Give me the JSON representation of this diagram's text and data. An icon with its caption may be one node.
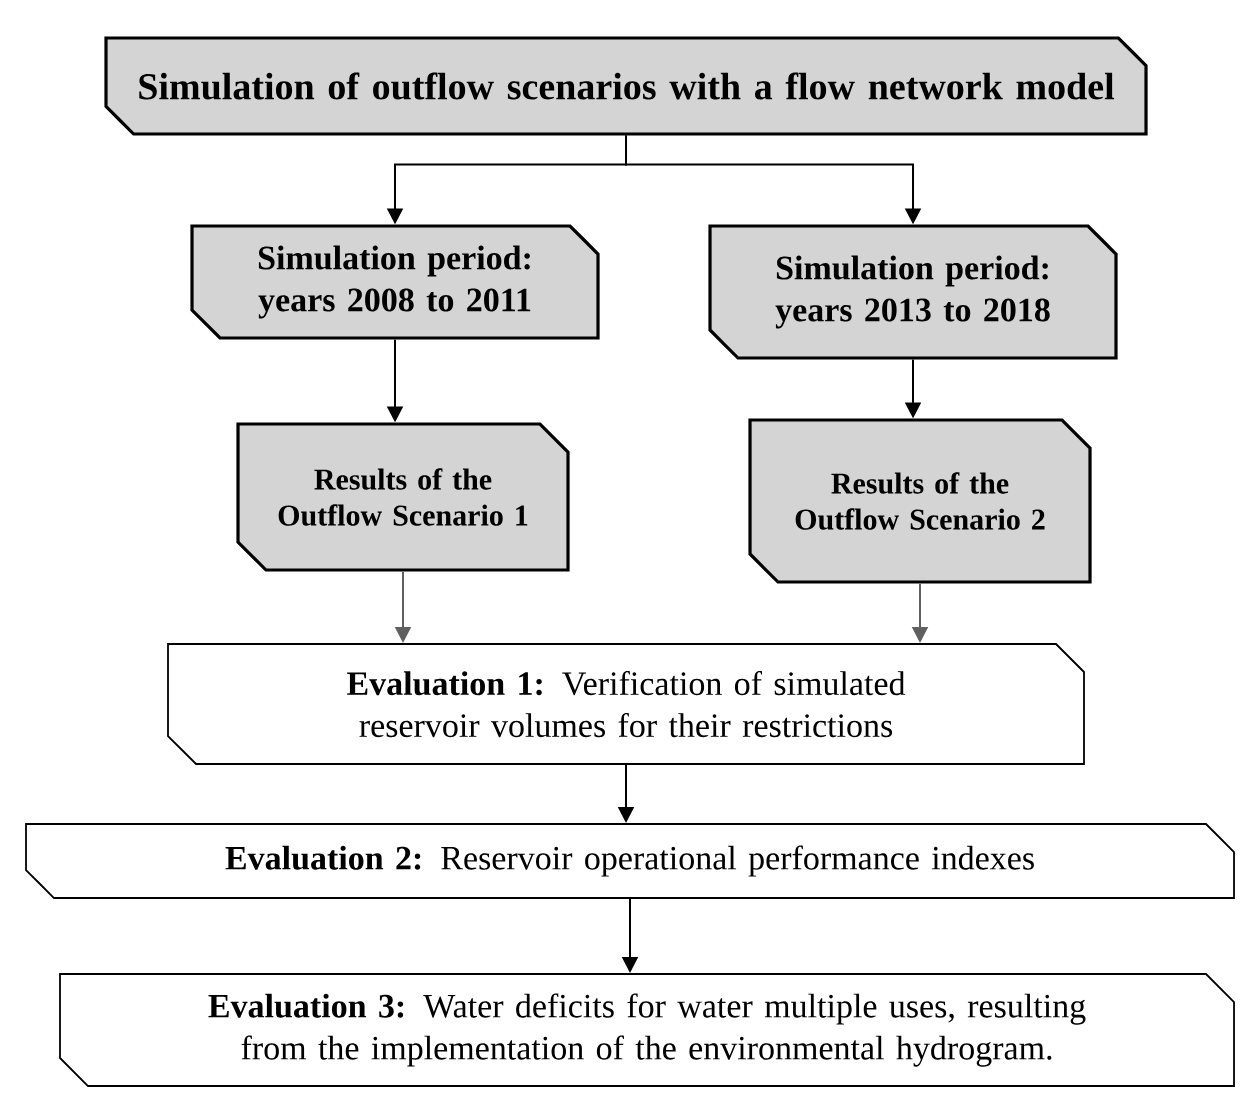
{
  "diagram": {
    "nodes": [
      {
        "text": [
          "Simulation of outflow scenarios with a flow network model"
        ]
      },
      {
        "text": [
          "Simulation period: years 2008 to 2011"
        ]
      },
      {
        "text": [
          "Simulation period: years 2013 to 2018"
        ]
      },
      {
        "text": [
          "Results of the Outflow Scenario 1"
        ]
      },
      {
        "text": [
          "Results of the Outflow Scenario 2"
        ]
      },
      {
        "text": [
          "**Evaluation 1:** Verification of simulated reservoir volumes for their restrictions"
        ]
      },
      {
        "text": [
          "**Evaluation 2:** Reservoir operational performance indexes"
        ]
      },
      {
        "text": [
          "**Evaluation 3:** Water deficits for water multiple uses, resulting from the implementation of the environmental hydrogram."
        ]
      }
    ],
    "edges": [
      {
        "from": 0,
        "to": 1,
        "arrow": "to"
      },
      {
        "from": 0,
        "to": 2,
        "arrow": "to"
      },
      {
        "from": 1,
        "to": 3,
        "arrow": "to"
      },
      {
        "from": 2,
        "to": 4,
        "arrow": "to"
      },
      {
        "from": 3,
        "to": 5,
        "arrow": "to",
        "color": "#606060"
      },
      {
        "from": 4,
        "to": 5,
        "arrow": "to",
        "color": "#606060"
      },
      {
        "from": 5,
        "to": 6,
        "arrow": "to"
      },
      {
        "from": 6,
        "to": 7,
        "arrow": "to"
      }
    ]
  }
}
